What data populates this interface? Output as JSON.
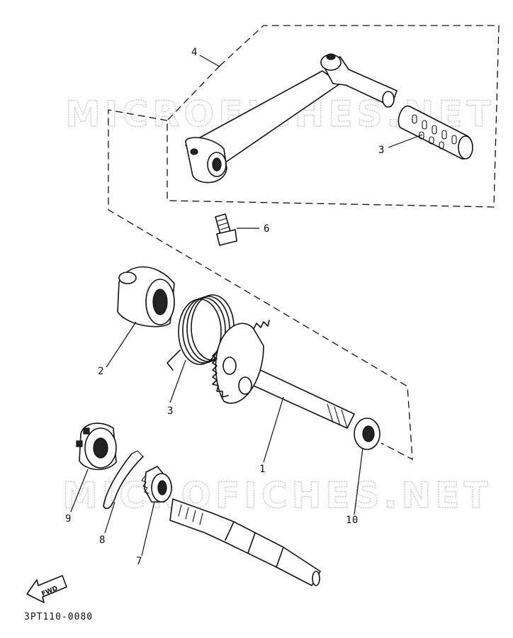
{
  "watermarks": [
    "MICROFICHES.NET",
    "MICROFICHES.NET"
  ],
  "callouts": {
    "assembly": "4",
    "grip": "3",
    "bolt": "6",
    "collar": "2",
    "spring": "3",
    "kick_shaft": "1",
    "washer": "10",
    "ratchet": "9",
    "clip": "8",
    "gear": "7"
  },
  "fwd_label": "FWD",
  "drawing_number": "3PT110-0080"
}
